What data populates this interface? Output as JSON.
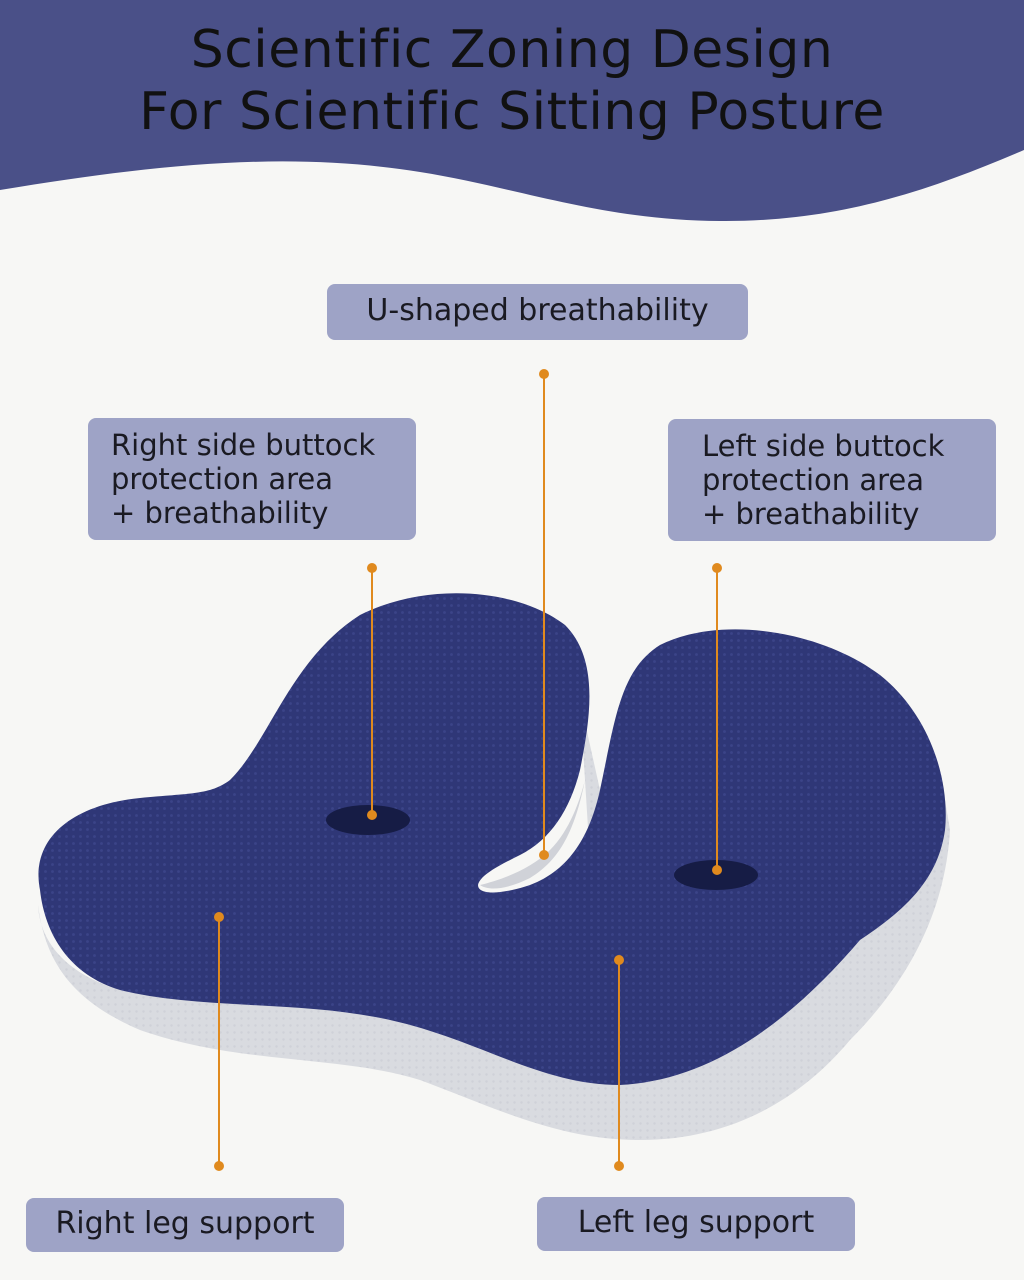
{
  "header": {
    "title_line1": "Scientific Zoning Design",
    "title_line2": "For Scientific Sitting Posture",
    "band_color": "#4a5088"
  },
  "product": {
    "top_color": "#2f3777",
    "side_color": "#d9dbe0"
  },
  "callouts": {
    "u_shaped": "U-shaped breathability",
    "right_buttock": [
      "Right side buttock",
      "protection area",
      "+ breathability"
    ],
    "left_buttock": [
      "Left side buttock",
      "protection area",
      "+ breathability"
    ],
    "right_leg": "Right leg support",
    "left_leg": "Left leg support",
    "label_bg": "#9ea3c6",
    "pointer_color": "#e08a1e"
  }
}
